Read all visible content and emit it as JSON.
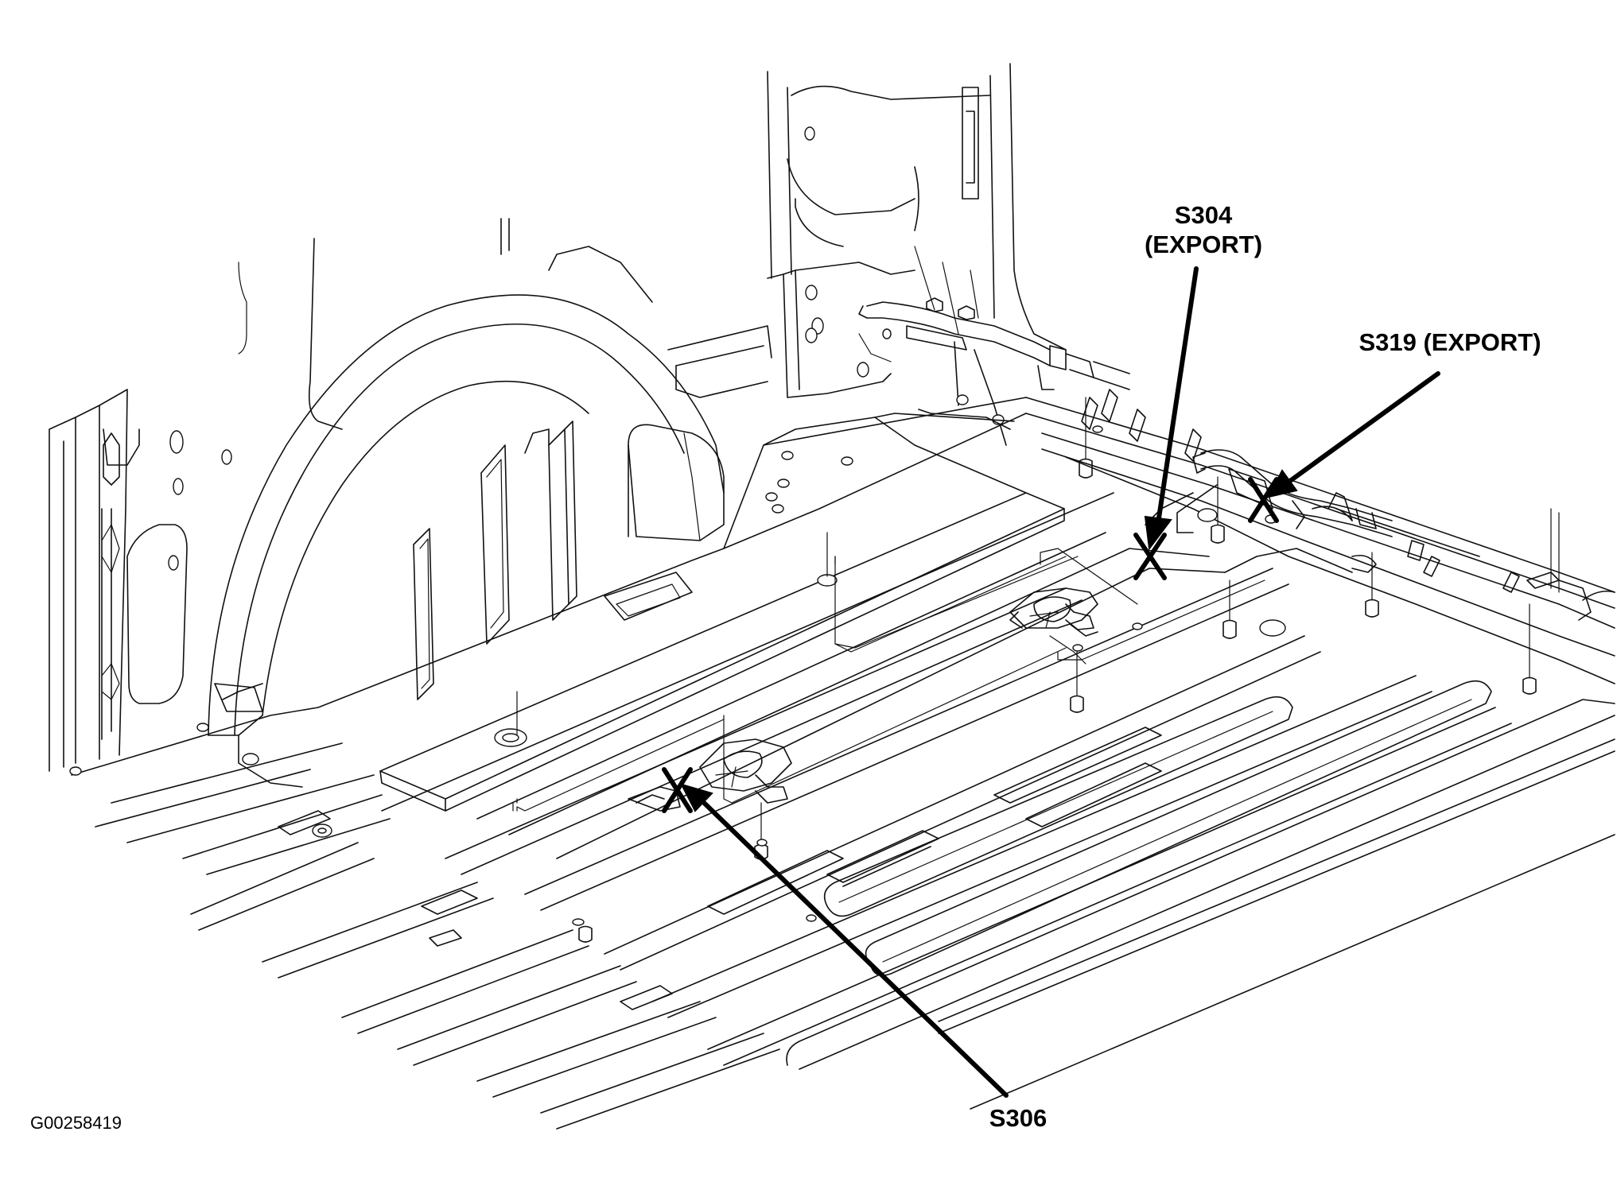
{
  "callouts": {
    "s304": {
      "line1": "S304",
      "line2": "(EXPORT)"
    },
    "s319": {
      "label": "S319 (EXPORT)"
    },
    "s306": {
      "label": "S306"
    }
  },
  "figure_id": "G00258419",
  "colors": {
    "ink": "#000000",
    "paper": "#ffffff"
  }
}
